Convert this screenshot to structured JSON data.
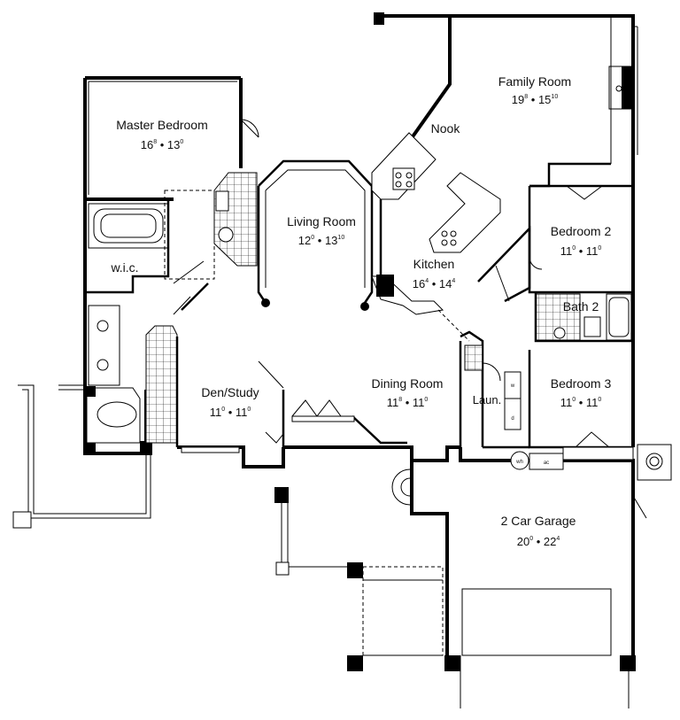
{
  "rooms": [
    {
      "id": "family",
      "name": "Family Room",
      "w": "19",
      "wi": "8",
      "l": "15",
      "li": "10"
    },
    {
      "id": "master",
      "name": "Master Bedroom",
      "w": "16",
      "wi": "8",
      "l": "13",
      "li": "0"
    },
    {
      "id": "nook",
      "name": "Nook"
    },
    {
      "id": "living",
      "name": "Living Room",
      "w": "12",
      "wi": "0",
      "l": "13",
      "li": "10"
    },
    {
      "id": "bed2",
      "name": "Bedroom 2",
      "w": "11",
      "wi": "0",
      "l": "11",
      "li": "0"
    },
    {
      "id": "wic",
      "name": "w.i.c."
    },
    {
      "id": "kitchen",
      "name": "Kitchen",
      "w": "16",
      "wi": "4",
      "l": "14",
      "li": "4"
    },
    {
      "id": "bath2",
      "name": "Bath 2"
    },
    {
      "id": "dining",
      "name": "Dining Room",
      "w": "11",
      "wi": "8",
      "l": "11",
      "li": "0"
    },
    {
      "id": "bed3",
      "name": "Bedroom 3",
      "w": "11",
      "wi": "0",
      "l": "11",
      "li": "0"
    },
    {
      "id": "den",
      "name": "Den/Study",
      "w": "11",
      "wi": "0",
      "l": "11",
      "li": "0"
    },
    {
      "id": "laun",
      "name": "Laun."
    },
    {
      "id": "garage",
      "name": "2 Car Garage",
      "w": "20",
      "wi": "0",
      "l": "22",
      "li": "4"
    }
  ],
  "separator": "•",
  "labels": {
    "wh": "wh",
    "ac": "ac",
    "w": "w",
    "d": "d"
  }
}
